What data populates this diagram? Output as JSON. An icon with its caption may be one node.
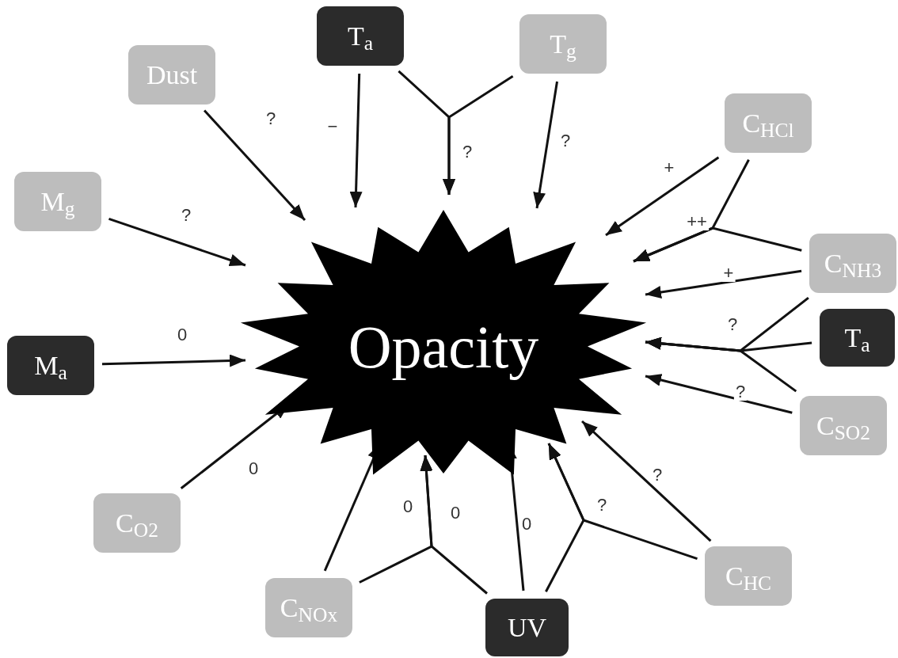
{
  "diagram": {
    "nodes": [
      {
        "text": [
          "T$_{a}$"
        ]
      },
      {
        "text": [
          "T$_{g}$"
        ]
      },
      {
        "text": [
          "Dust"
        ]
      },
      {
        "text": [
          "C$_{HCl}$"
        ]
      },
      {
        "text": [
          "M$_{g}$"
        ]
      },
      {
        "text": [
          "C$_{NH3}$"
        ]
      },
      {
        "text": [
          "Opacity"
        ]
      },
      {
        "text": [
          "T$_{a}$"
        ]
      },
      {
        "text": [
          "M$_{a}$"
        ]
      },
      {
        "text": [
          "C$_{SO2}$"
        ]
      },
      {
        "text": [
          "C$_{O2}$"
        ]
      },
      {
        "text": [
          "C$_{HC}$"
        ]
      },
      {
        "text": [
          "C$_{NOx}$"
        ]
      },
      {
        "text": [
          "UV"
        ]
      }
    ],
    "edges": [
      {
        "from": 2,
        "to": 6,
        "arrow": "to",
        "label": "?"
      },
      {
        "from": 0,
        "to": 6,
        "arrow": "to",
        "label": "−"
      },
      {
        "from": 0,
        "to": 6,
        "arrow": "to",
        "label": "?"
      },
      {
        "from": 1,
        "to": 6,
        "arrow": "to"
      },
      {
        "from": 1,
        "to": 6,
        "arrow": "to",
        "label": "?"
      },
      {
        "from": 4,
        "to": 6,
        "arrow": "to",
        "label": "?"
      },
      {
        "from": 3,
        "to": 6,
        "arrow": "to",
        "label": "+"
      },
      {
        "from": 3,
        "to": 6,
        "arrow": "to",
        "label": "++"
      },
      {
        "from": 5,
        "to": 6,
        "arrow": "to"
      },
      {
        "from": 5,
        "to": 6,
        "arrow": "to",
        "label": "+"
      },
      {
        "from": 5,
        "to": 6,
        "arrow": "to",
        "label": "?"
      },
      {
        "from": 7,
        "to": 6,
        "arrow": "to"
      },
      {
        "from": 9,
        "to": 6,
        "arrow": "to"
      },
      {
        "from": 9,
        "to": 6,
        "arrow": "to",
        "label": "?"
      },
      {
        "from": 11,
        "to": 6,
        "arrow": "to",
        "label": "?"
      },
      {
        "from": 11,
        "to": 6,
        "arrow": "to",
        "label": "?"
      },
      {
        "from": 13,
        "to": 6,
        "arrow": "to"
      },
      {
        "from": 13,
        "to": 6,
        "arrow": "to",
        "label": "0"
      },
      {
        "from": 13,
        "to": 6,
        "arrow": "to",
        "label": "0"
      },
      {
        "from": 12,
        "to": 6,
        "arrow": "to"
      },
      {
        "from": 12,
        "to": 6,
        "arrow": "to",
        "label": "0"
      },
      {
        "from": 10,
        "to": 6,
        "arrow": "to",
        "label": "0"
      },
      {
        "from": 8,
        "to": 6,
        "arrow": "to",
        "label": "0"
      }
    ]
  }
}
